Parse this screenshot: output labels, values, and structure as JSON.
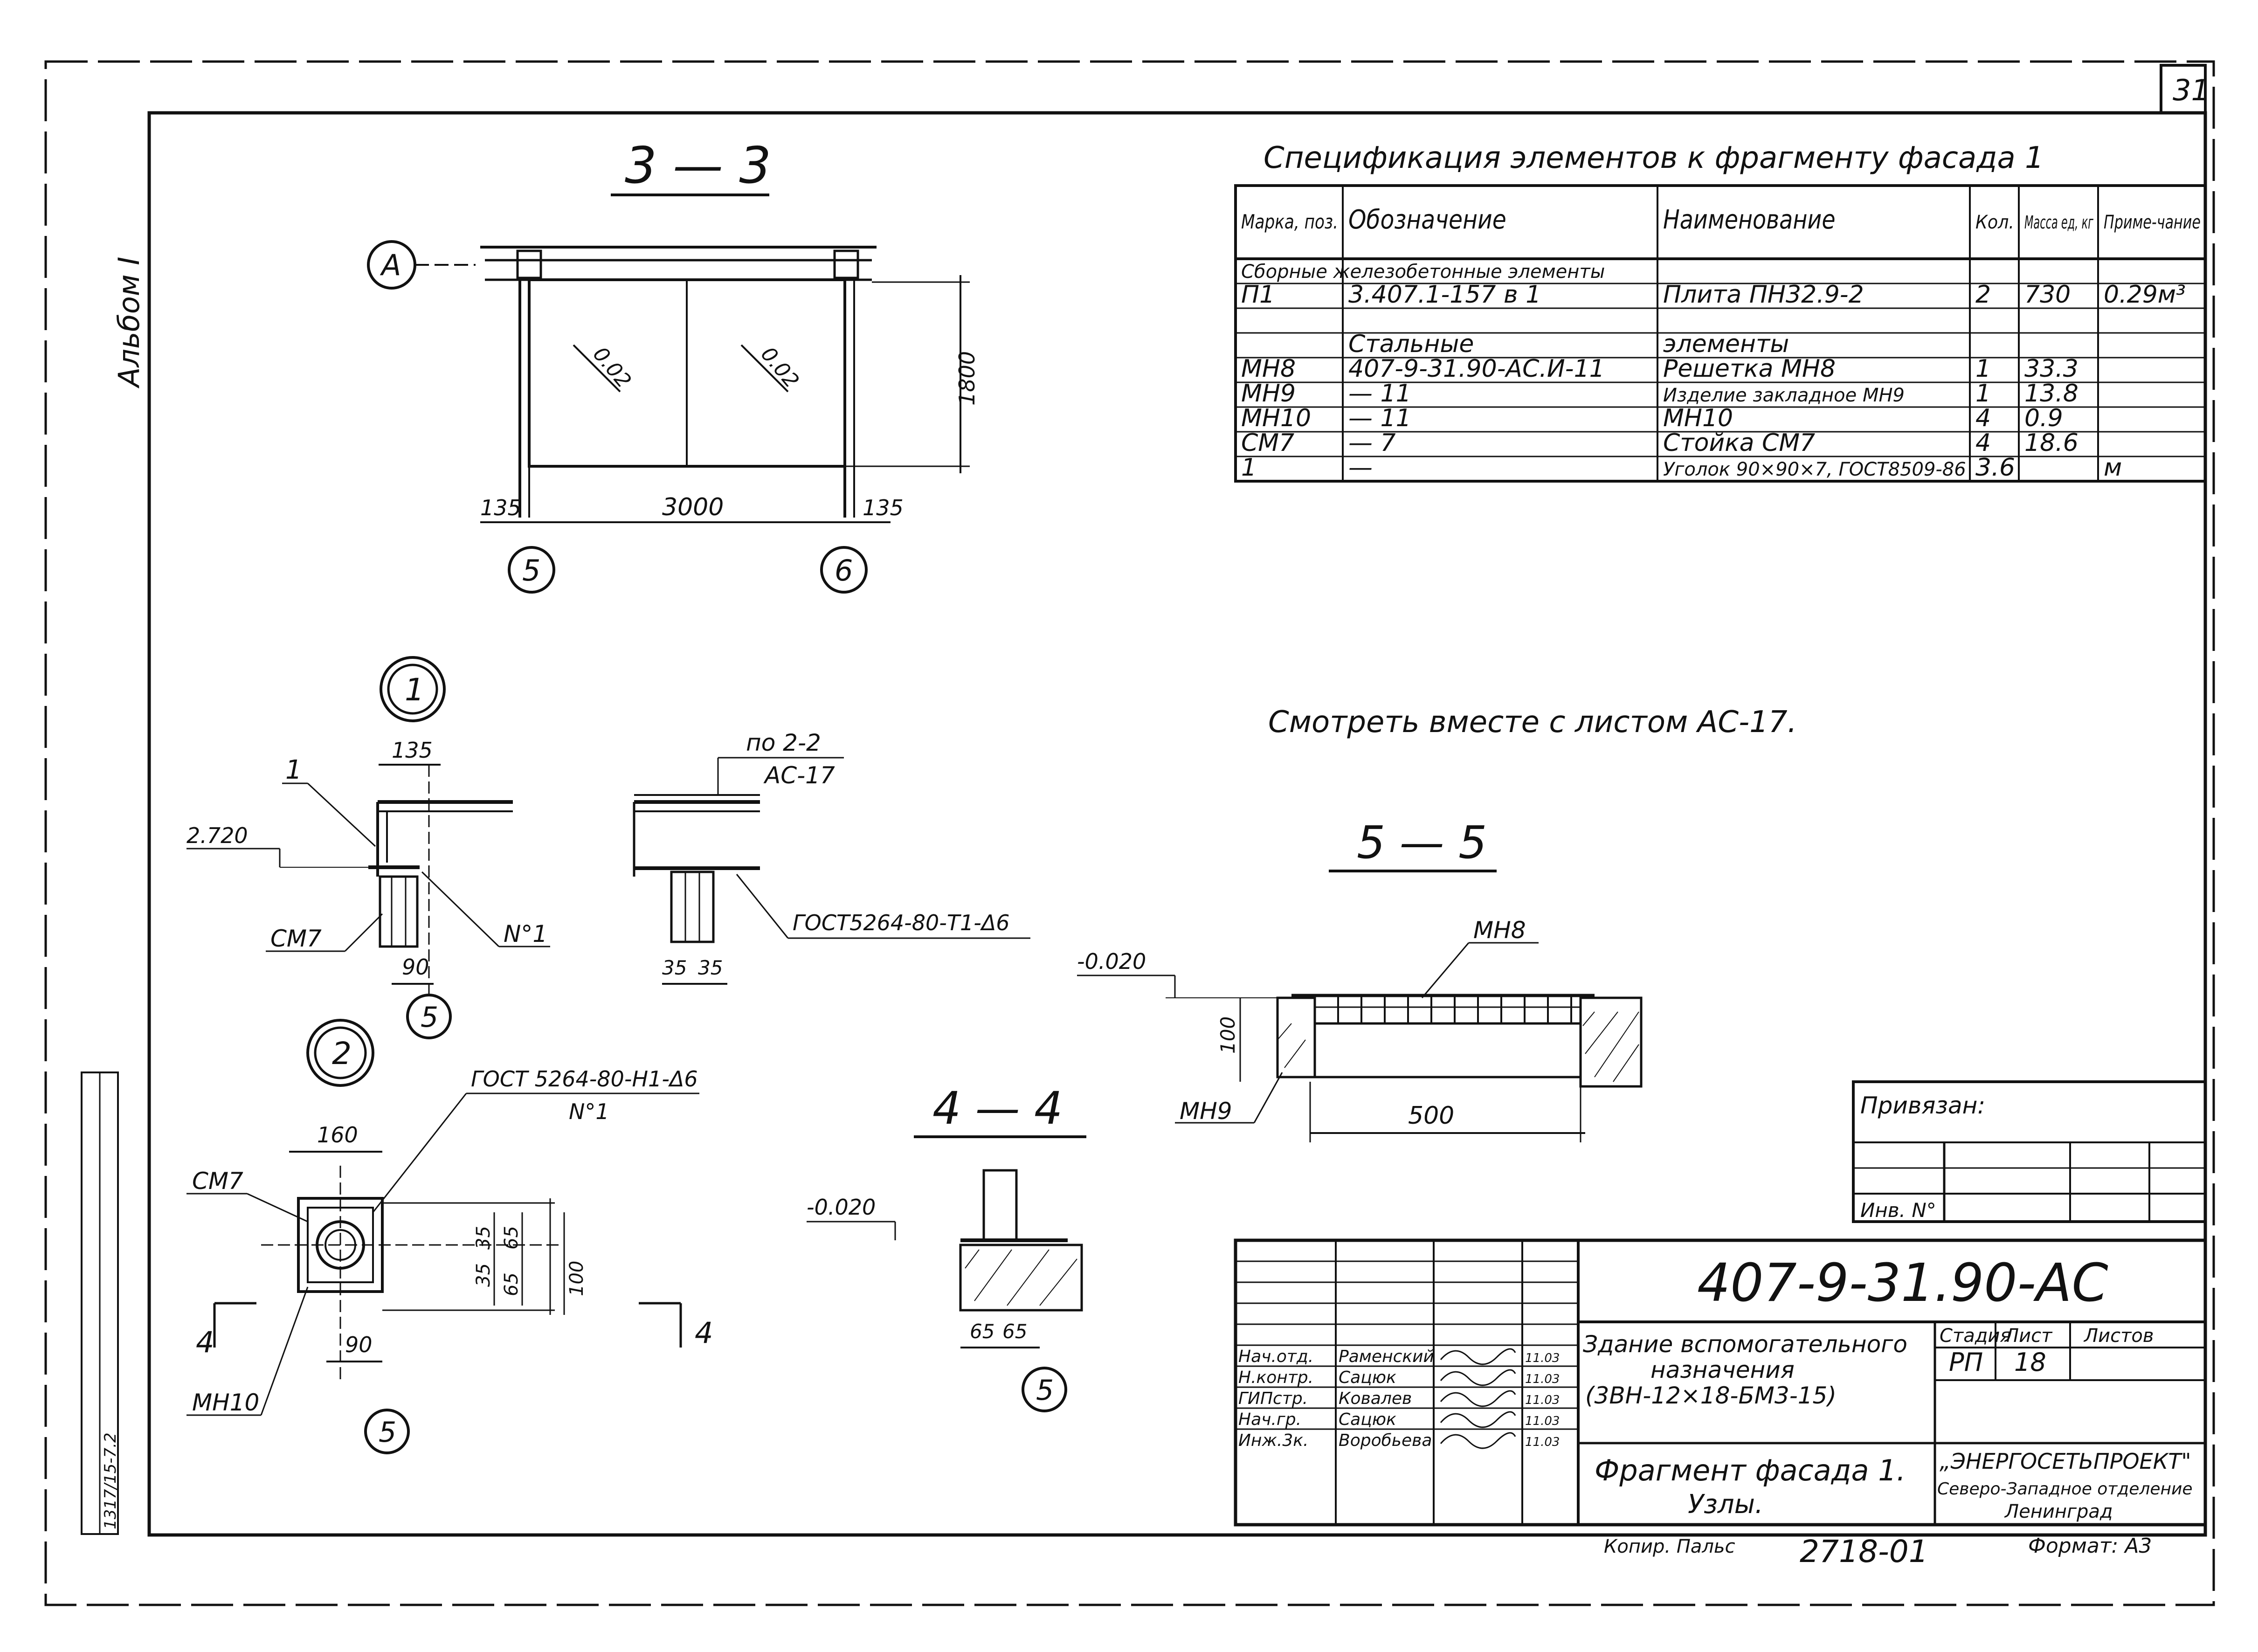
{
  "sheet": {
    "page_number": "31",
    "album_label": "Альбом I",
    "side_stamp_label": "1317/15-7.2"
  },
  "spec": {
    "title": "Спецификация элементов к фрагменту фасада 1",
    "headers": [
      "Марка, поз.",
      "Обозначение",
      "Наименование",
      "Кол.",
      "Масса ед, кг",
      "Приме-чание"
    ],
    "rows": [
      [
        "Сборные железобетонные элементы",
        "",
        "",
        "",
        "",
        ""
      ],
      [
        "П1",
        "3.407.1-157 в 1",
        "Плита ПН32.9-2",
        "2",
        "730",
        "0.29м³"
      ],
      [
        "",
        "",
        "",
        "",
        "",
        ""
      ],
      [
        "",
        "Стальные",
        "элементы",
        "",
        "",
        ""
      ],
      [
        "МН8",
        "407-9-31.90-АС.И-11",
        "Решетка МН8",
        "1",
        "33.3",
        ""
      ],
      [
        "МН9",
        "— 11",
        "Изделие закладное МН9",
        "1",
        "13.8",
        ""
      ],
      [
        "МН10",
        "— 11",
        "МН10",
        "4",
        "0.9",
        ""
      ],
      [
        "СМ7",
        "— 7",
        "Стойка СМ7",
        "4",
        "18.6",
        ""
      ],
      [
        "1",
        "—",
        "Уголок 90×90×7, ГОСТ8509-86",
        "3.6",
        "",
        "м"
      ]
    ]
  },
  "note": "Смотреть вместе с листом АС-17.",
  "section33": {
    "title": "3 — 3",
    "axis_a": "А",
    "axis_5": "5",
    "axis_6": "6",
    "slope_left": "0.02",
    "slope_right": "0.02",
    "dim_height": "1800",
    "dim_span": "3000",
    "dim_left": "135",
    "dim_right": "135"
  },
  "node1": {
    "number": "1",
    "dim_top": "135",
    "label_pos": "1",
    "elev": "2.720",
    "label_cm7": "СМ7",
    "label_n1": "N°1",
    "dim_90": "90",
    "axis": "5"
  },
  "node_mid": {
    "label_ref_top": "по 2-2",
    "label_ref_bottom": "АС-17",
    "weld_note": "ГОСТ5264-80-Т1-Δ6",
    "dim_a": "35",
    "dim_b": "35"
  },
  "section55": {
    "title": "5 — 5",
    "label_mh8": "МН8",
    "label_mh9": "МН9",
    "elev": "-0.020",
    "dim_100": "100",
    "dim_500": "500"
  },
  "node2": {
    "number": "2",
    "weld_note_1": "ГОСТ 5264-80-Н1-Δ6",
    "weld_note_2": "N°1",
    "dim_160": "160",
    "label_cm7": "СМ7",
    "label_mh10": "МН10",
    "dim_35a": "35",
    "dim_35b": "35",
    "dim_65a": "65",
    "dim_65b": "65",
    "dim_100": "100",
    "dim_90": "90",
    "cut_left": "4",
    "cut_right": "4",
    "axis": "5"
  },
  "section44": {
    "title": "4 — 4",
    "elev": "-0.020",
    "dim_65a": "65",
    "dim_65b": "65",
    "axis": "5"
  },
  "title_block": {
    "privyazan_label": "Привязан:",
    "inv_label": "Инв. N°",
    "code": "407-9-31.90-АС",
    "object_name_1": "Здание вспомогательного",
    "object_name_2": "назначения",
    "object_name_3": "(3ВН-12×18-БМ3-15)",
    "sheet_name_1": "Фрагмент фасада 1.",
    "sheet_name_2": "Узлы.",
    "stage_header": "Стадия",
    "sheet_header": "Лист",
    "sheets_header": "Листов",
    "stage": "РП",
    "sheet": "18",
    "org_1": "„ЭНЕРГОСЕТЬПРОЕКТ\"",
    "org_2": "Северо-Западное отделение",
    "org_3": "Ленинград",
    "people": [
      [
        "Нач.отд.",
        "Раменский",
        "11.03"
      ],
      [
        "Н.контр.",
        "Сацюк",
        "11.03"
      ],
      [
        "ГИПстр.",
        "Ковалев",
        "11.03"
      ],
      [
        "Нач.гр.",
        "Сацюк",
        "11.03"
      ],
      [
        "Инж.3к.",
        "Воробьева",
        "11.03"
      ]
    ],
    "copied_label": "Копир. Пальс",
    "order_no": "2718-01",
    "format_label": "Формат: А3"
  }
}
